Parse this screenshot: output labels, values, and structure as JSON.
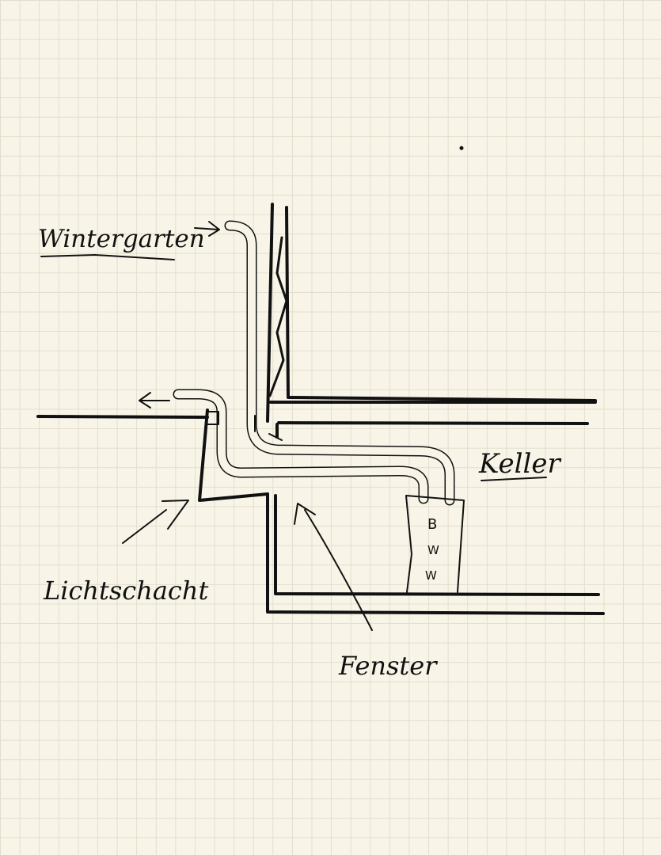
{
  "labels": {
    "wintergarten": "Wintergarten",
    "keller": "Keller",
    "lichtschacht": "Lichtschacht",
    "fenster": "Fenster"
  },
  "tank": {
    "letters": [
      "B",
      "W",
      "W"
    ]
  }
}
